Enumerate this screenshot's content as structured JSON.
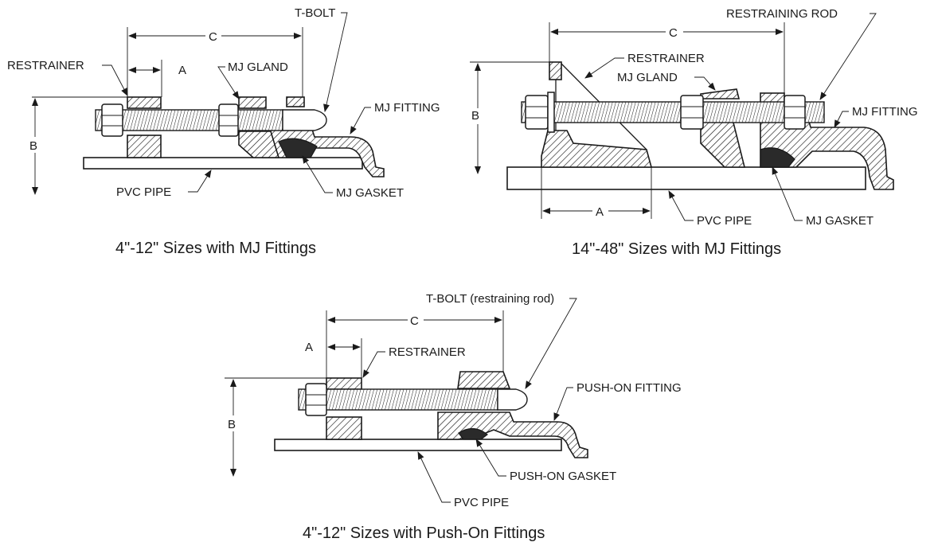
{
  "figures": [
    {
      "caption": "4\"-12\" Sizes with MJ Fittings",
      "labels": {
        "restrainer": "RESTRAINER",
        "t_bolt": "T-BOLT",
        "mj_gland": "MJ GLAND",
        "mj_fitting": "MJ FITTING",
        "pvc_pipe": "PVC PIPE",
        "mj_gasket": "MJ GASKET",
        "dim_a": "A",
        "dim_b": "B",
        "dim_c": "C"
      }
    },
    {
      "caption": "14\"-48\" Sizes with MJ Fittings",
      "labels": {
        "restrainer": "RESTRAINER",
        "restraining_rod": "RESTRAINING ROD",
        "mj_gland": "MJ GLAND",
        "mj_fitting": "MJ FITTING",
        "pvc_pipe": "PVC PIPE",
        "mj_gasket": "MJ GASKET",
        "dim_a": "A",
        "dim_b": "B",
        "dim_c": "C"
      }
    },
    {
      "caption": "4\"-12\" Sizes with Push-On Fittings",
      "labels": {
        "t_bolt": "T-BOLT (restraining rod)",
        "restrainer": "RESTRAINER",
        "push_on_fitting": "PUSH-ON FITTING",
        "push_on_gasket": "PUSH-ON GASKET",
        "pvc_pipe": "PVC PIPE",
        "dim_a": "A",
        "dim_b": "B",
        "dim_c": "C"
      }
    }
  ]
}
